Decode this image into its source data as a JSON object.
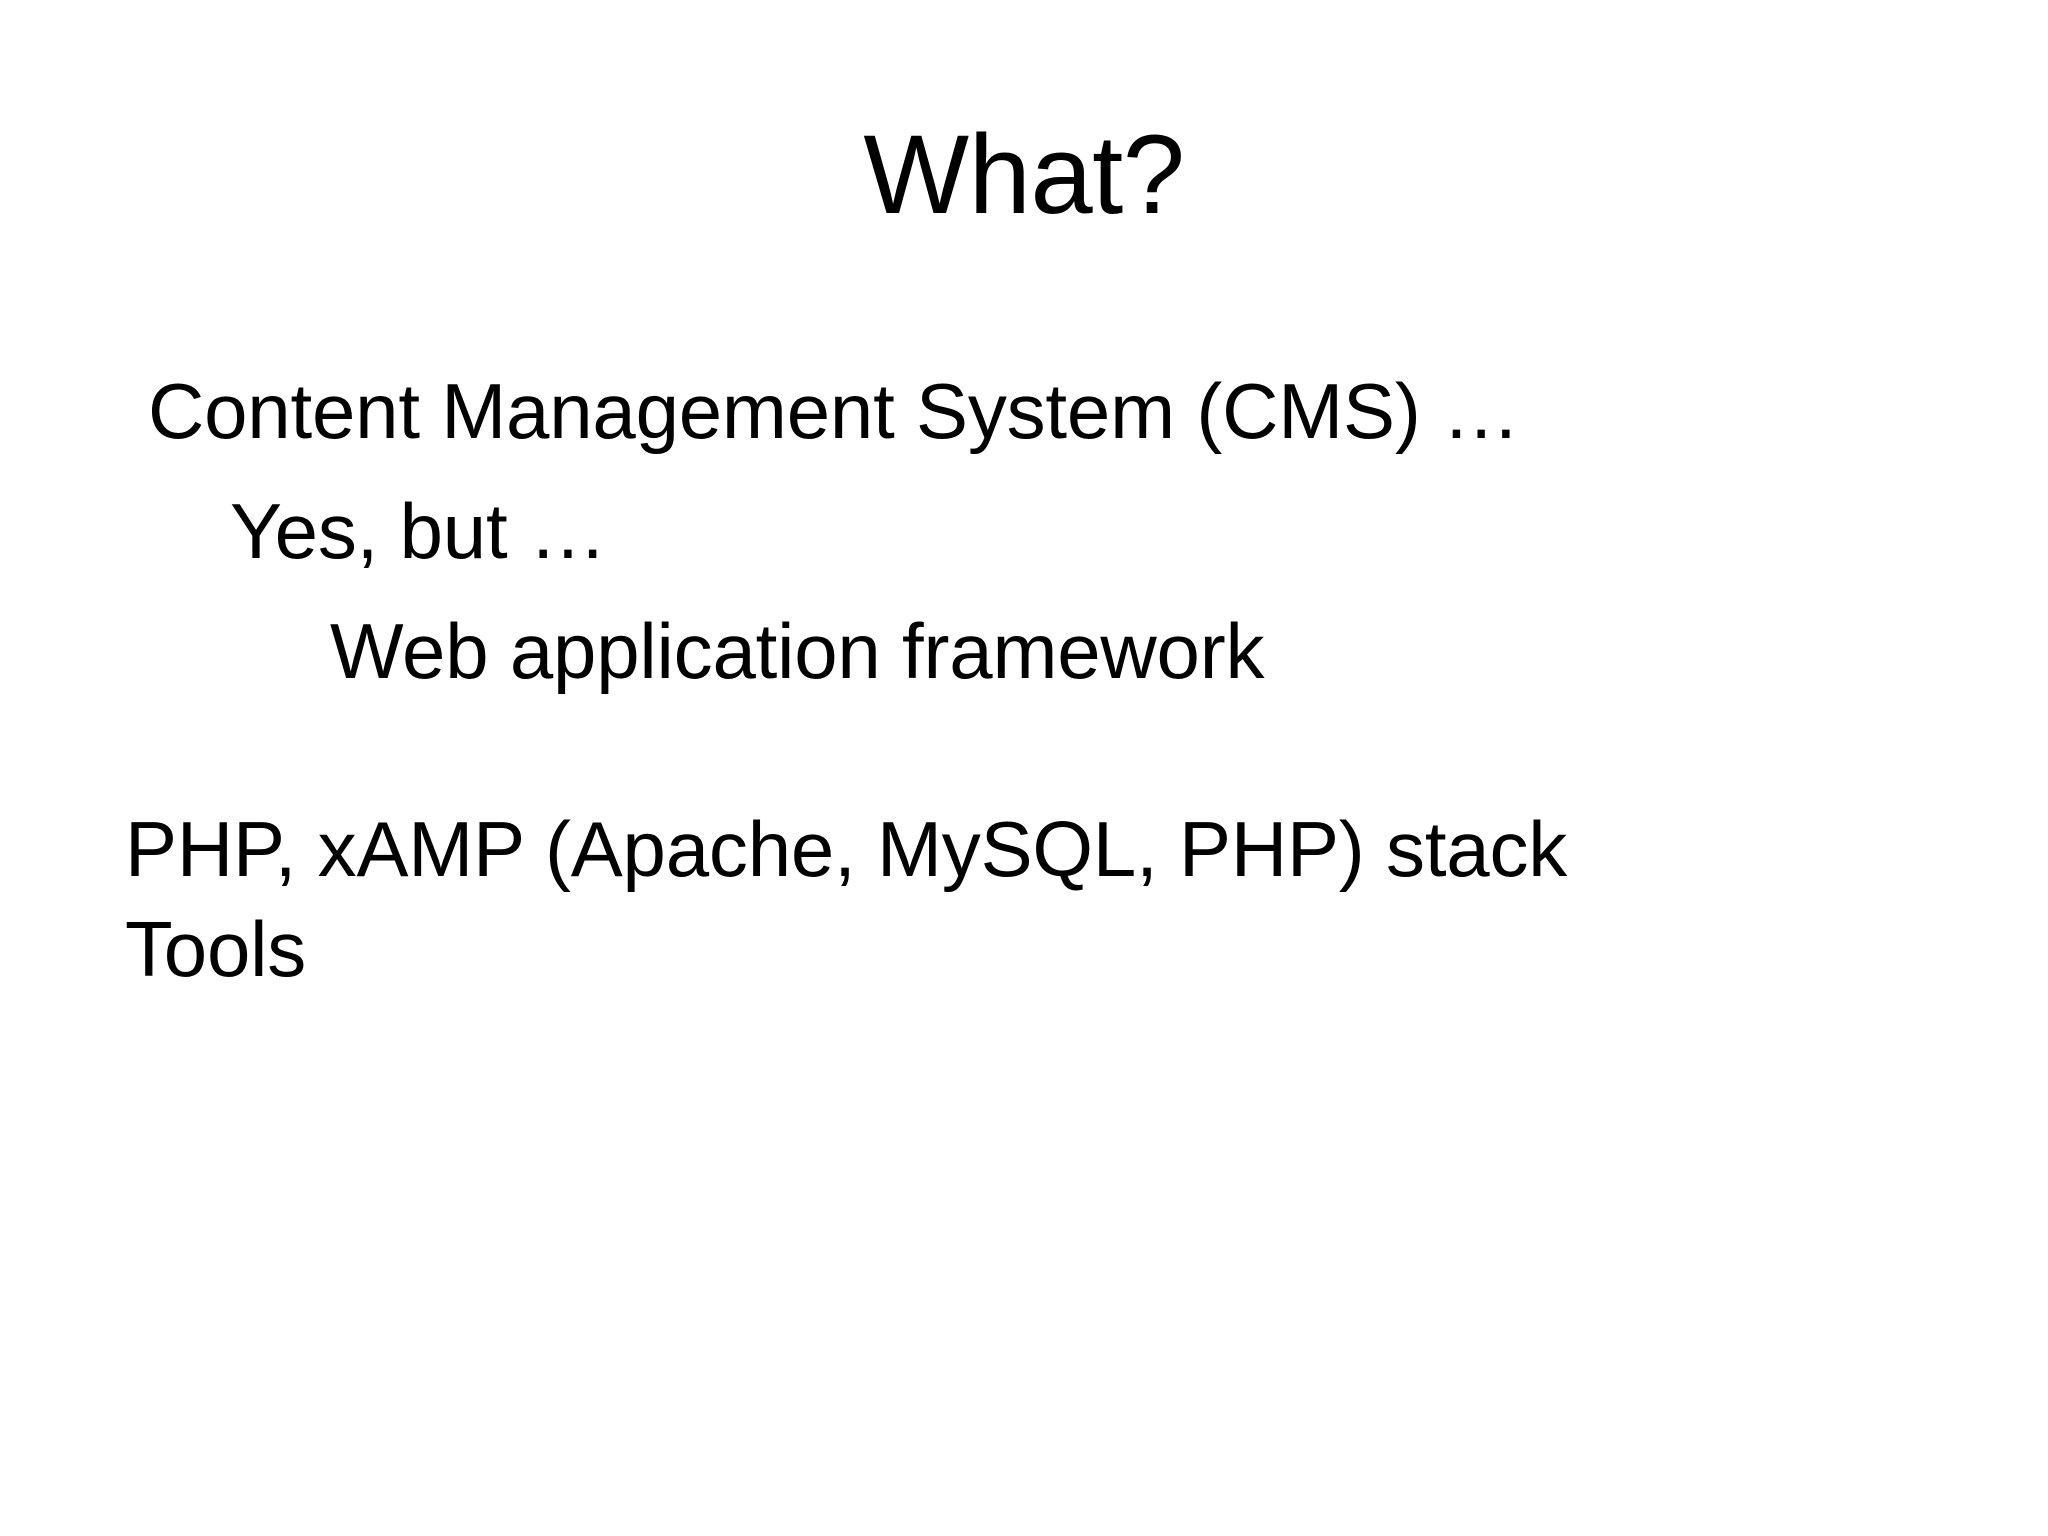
{
  "slide": {
    "background_color": "#ffffff",
    "text_color": "#000000",
    "title": "What?",
    "body_lines": [
      {
        "text": "Content Management System (CMS) …",
        "level": 1
      },
      {
        "text": "Yes, but …",
        "level": 2
      },
      {
        "text": "Web application framework",
        "level": 3
      },
      {
        "text": "",
        "level": 0
      },
      {
        "text": "PHP, xAMP (Apache, MySQL, PHP) stack",
        "level": 0
      },
      {
        "text": "Tools",
        "level": 0
      }
    ]
  }
}
